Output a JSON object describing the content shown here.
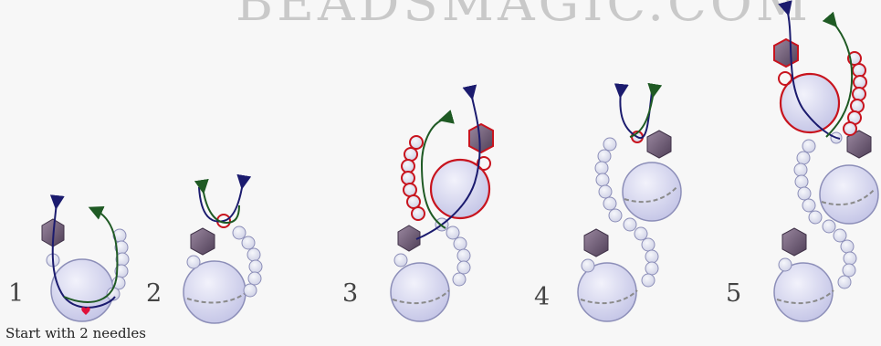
{
  "watermark": "BEADSMAGIC.COM",
  "steps": [
    {
      "number": "1"
    },
    {
      "number": "2"
    },
    {
      "number": "3"
    },
    {
      "number": "4"
    },
    {
      "number": "5"
    }
  ],
  "caption": "Start with 2 needles",
  "colors": {
    "background": "#f7f7f7",
    "bead_fill": "#cfd0ec",
    "bead_stroke": "#8c8eb8",
    "seed_fill": "#dfe1f0",
    "new_bead_stroke": "#c8141e",
    "bicone_fill": "#6e5a74",
    "thread_navy": "#1b1b6e",
    "thread_green": "#1f5a24",
    "heart": "#e0103a",
    "text": "#444444"
  }
}
